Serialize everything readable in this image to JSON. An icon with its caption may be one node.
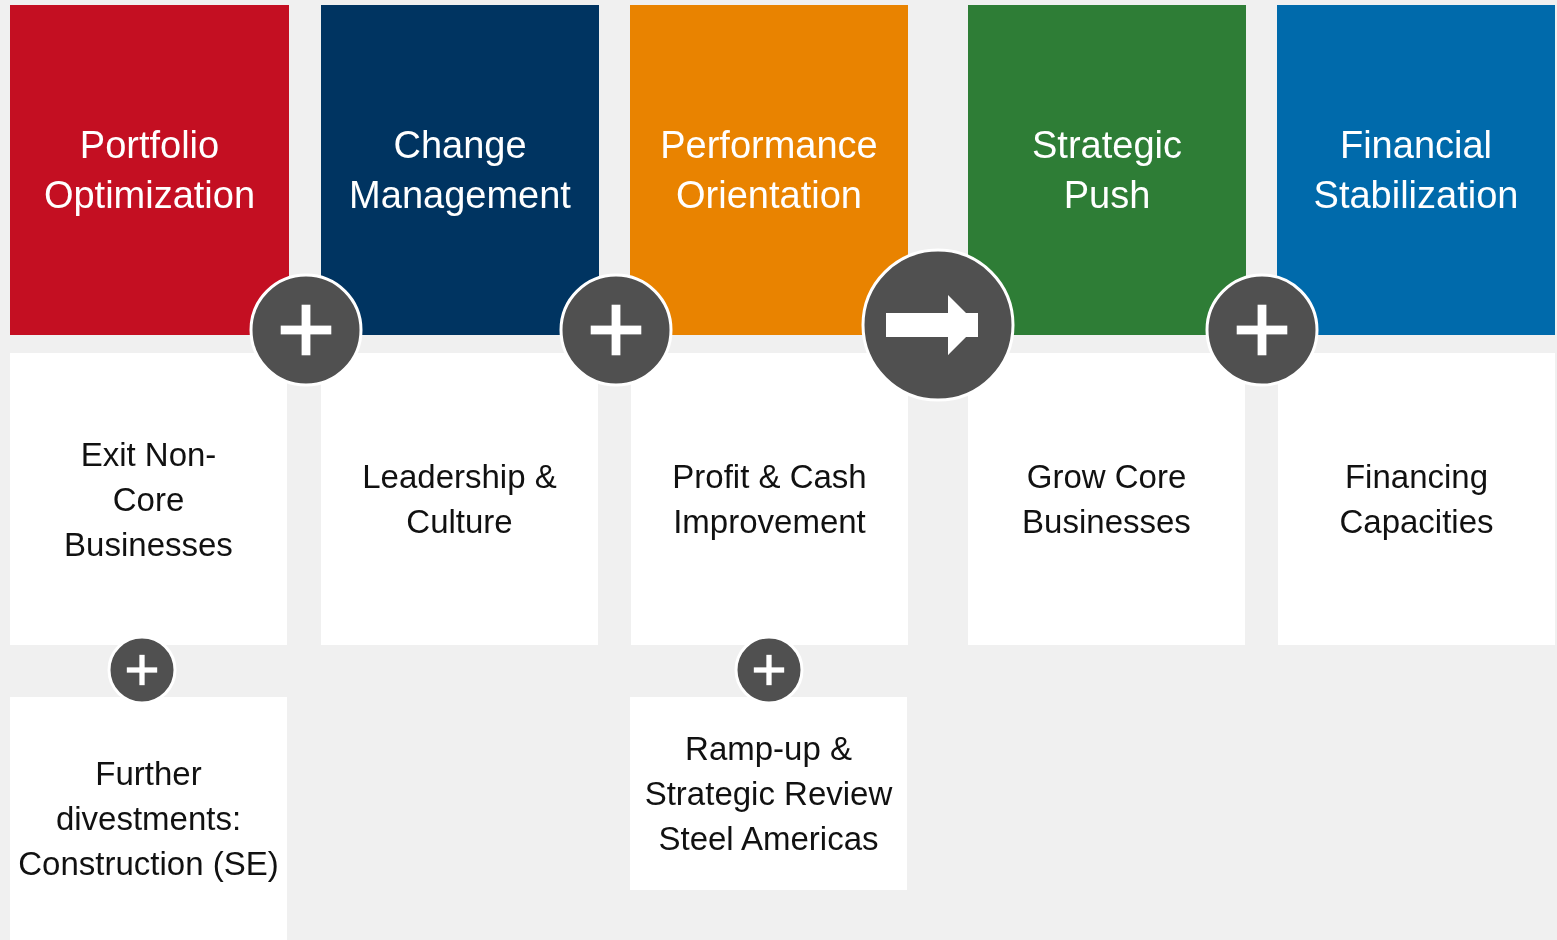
{
  "diagram": {
    "nodes": [
      {
        "text": [
          "Portfolio Optimization"
        ]
      },
      {
        "text": [
          "Change Management"
        ]
      },
      {
        "text": [
          "Performance Orientation"
        ]
      },
      {
        "text": [
          "Strategic Push"
        ]
      },
      {
        "text": [
          "Financial Stabilization"
        ]
      },
      {
        "text": [
          "Exit Non-Core Businesses"
        ]
      },
      {
        "text": [
          "Leadership & Culture"
        ]
      },
      {
        "text": [
          "Profit & Cash Improvement"
        ]
      },
      {
        "text": [
          "Grow Core Businesses"
        ]
      },
      {
        "text": [
          "Financing Capacities"
        ]
      },
      {
        "text": [
          "Further divestments: Construction (SE)"
        ]
      },
      {
        "text": [
          "Ramp-up & Strategic Review Steel Americas"
        ]
      }
    ],
    "edges": [
      {
        "from": 2,
        "to": 3,
        "arrow": "to"
      }
    ]
  }
}
